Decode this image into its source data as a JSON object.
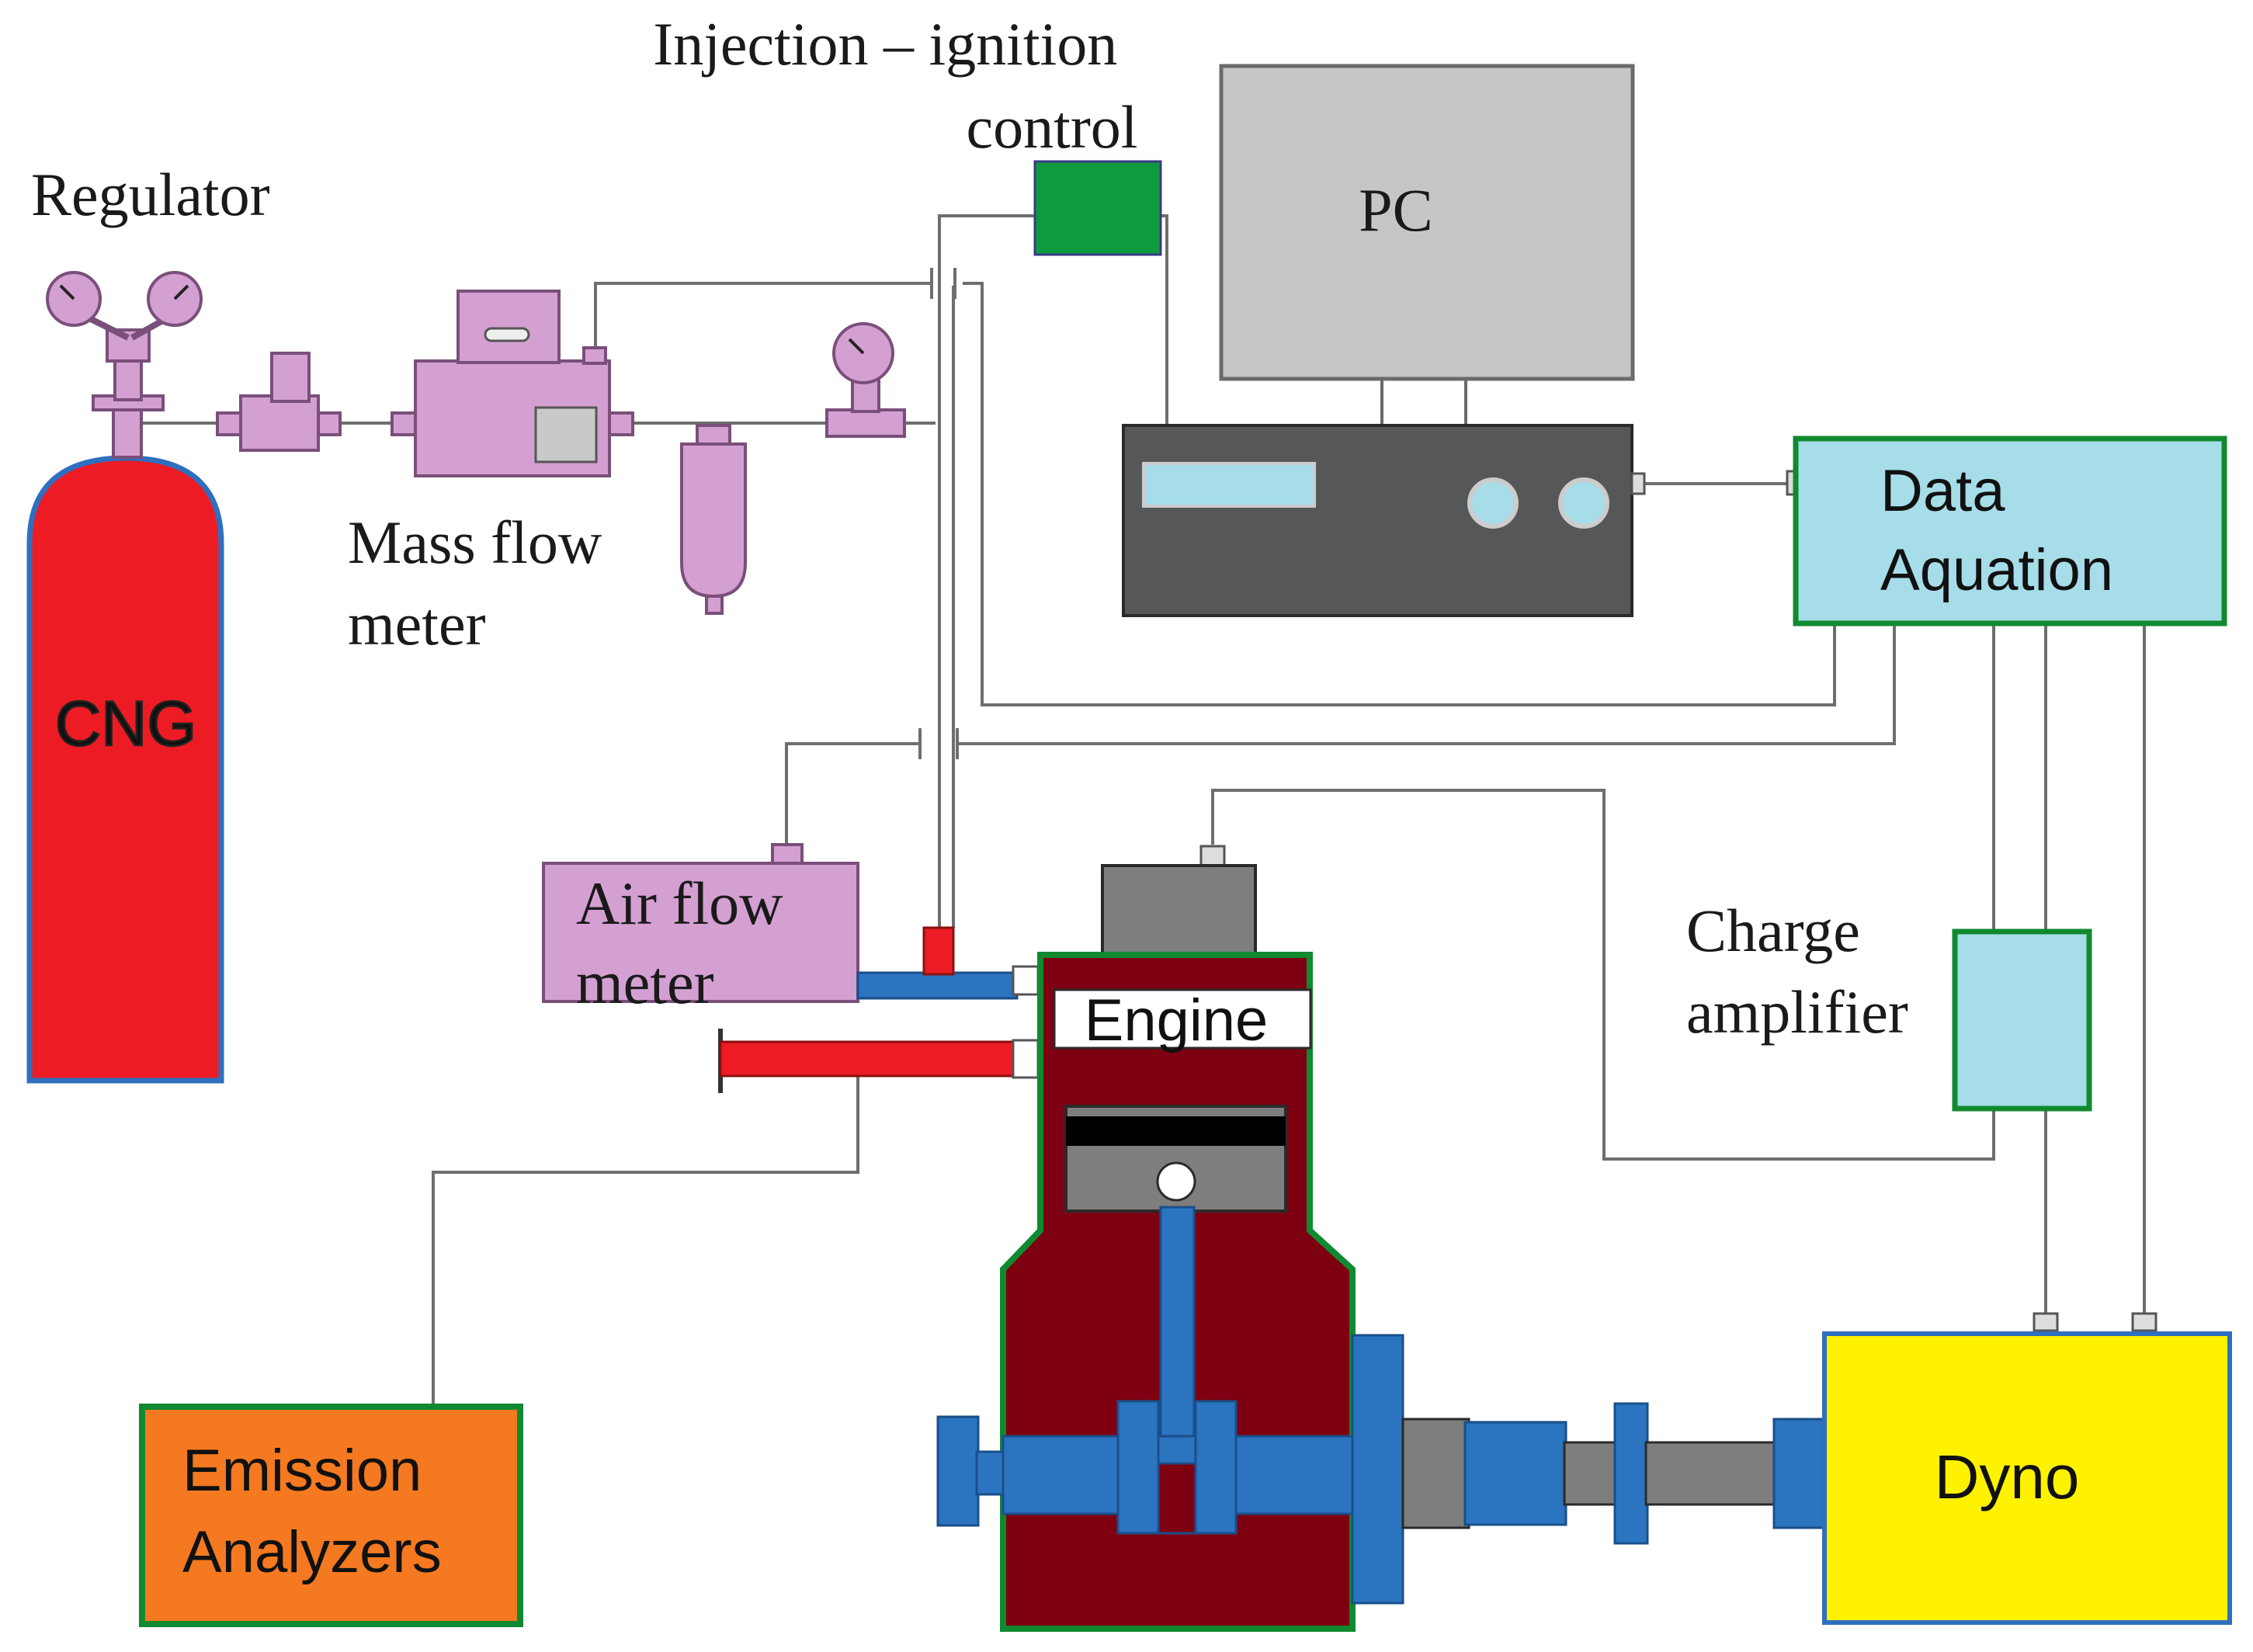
{
  "labels": {
    "regulator": "Regulator",
    "injection_line1": "Injection – ignition",
    "injection_line2": "control",
    "pc": "PC",
    "mass_flow_line1": "Mass flow",
    "mass_flow_line2": "meter",
    "cng": "CNG",
    "data_aq_line1": "Data",
    "data_aq_line2": "Aquation",
    "air_flow_line1": "Air flow",
    "air_flow_line2": "meter",
    "engine": "Engine",
    "charge_amp_line1": "Charge",
    "charge_amp_line2": "amplifier",
    "emission_line1": "Emission",
    "emission_line2": "Analyzers",
    "dyno": "Dyno"
  },
  "colors": {
    "cng_cylinder": "#ed1c24",
    "cylinder_outline": "#2e6fbf",
    "component_pink": "#d4a0d2",
    "injection_control": "#109a3e",
    "pc_monitor": "#c6c6c6",
    "daq_box": "#555759",
    "data_acquisition": "#a6dde9",
    "charge_amplifier": "#a6dde9",
    "engine_block": "#7e0010",
    "engine_outline": "#108a30",
    "crankshaft": "#2b74c0",
    "emission_analyzers": "#f47920",
    "dyno": "#fff200",
    "intake_pipe": "#2b74c0",
    "exhaust_pipe": "#ed1c24"
  }
}
